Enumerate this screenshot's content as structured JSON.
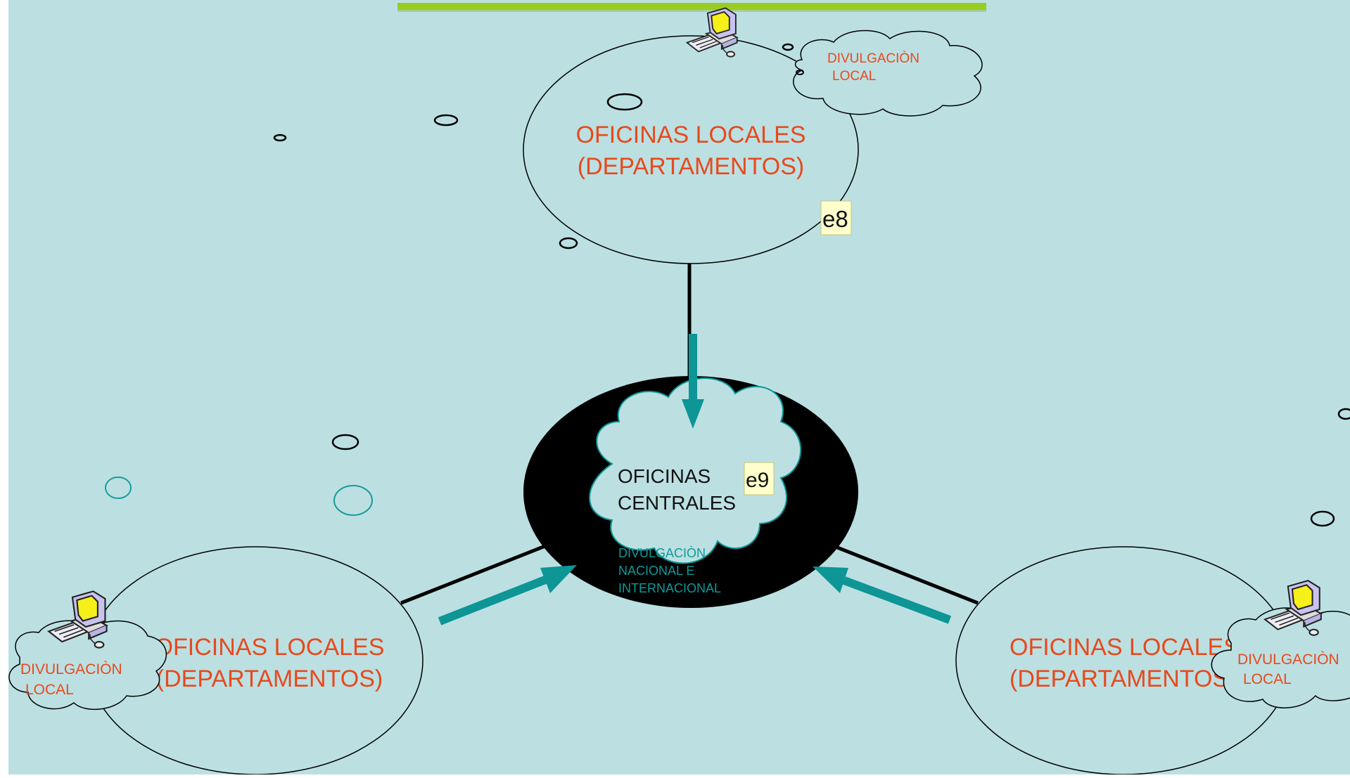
{
  "colors": {
    "background": "#bce0e2",
    "accent_bar": "#99cc22",
    "label_orange": "#e8491d",
    "arrow_teal": "#0e9595",
    "tag_fill": "#ffffcc"
  },
  "central": {
    "title_line1": "OFICINAS",
    "title_line2": "CENTRALES",
    "tag": "e9",
    "divulgation_line1": "DIVULGACIÒN",
    "divulgation_line2": "NACIONAL E",
    "divulgation_line3": "INTERNACIONAL"
  },
  "top_office": {
    "line1": "OFICINAS LOCALES",
    "line2": "(DEPARTAMENTOS)",
    "tag": "e8",
    "cloud_line1": "DIVULGACIÒN",
    "cloud_line2": "LOCAL",
    "icon": "computer-icon"
  },
  "left_office": {
    "line1": "OFICINAS LOCALES",
    "line2": "(DEPARTAMENTOS)",
    "cloud_line1": "DIVULGACIÒN",
    "cloud_line2": "LOCAL",
    "icon": "computer-icon"
  },
  "right_office": {
    "line1": "OFICINAS LOCALES",
    "line2": "(DEPARTAMENTOS)",
    "cloud_line1": "DIVULGACIÒN",
    "cloud_line2": "LOCAL",
    "icon": "computer-icon"
  }
}
